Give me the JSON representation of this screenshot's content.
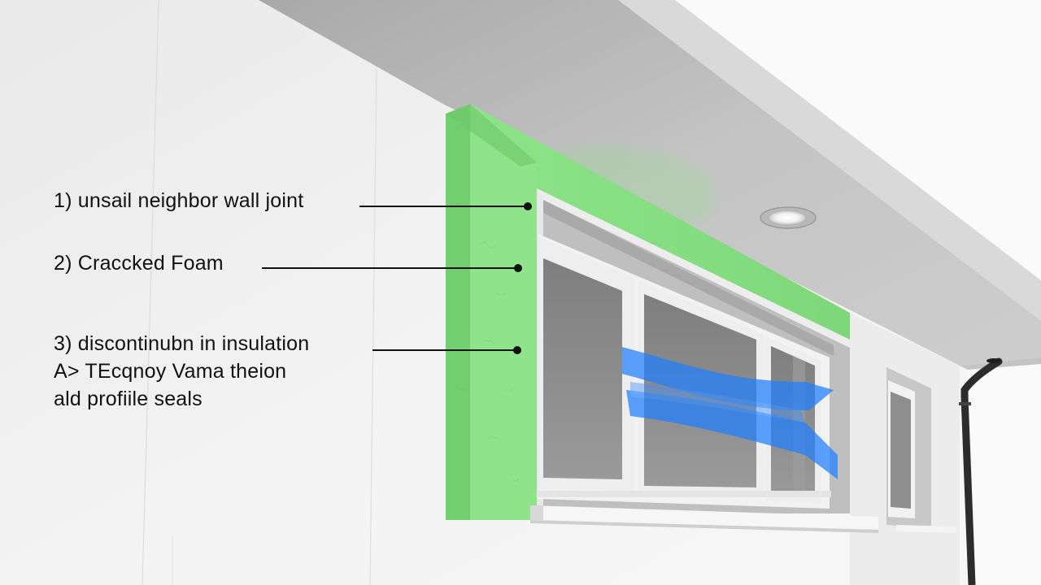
{
  "diagram": {
    "subject": "Window opening with green foam insulation surround on exterior wall, showing air leakage",
    "colors": {
      "foam_green": "#8fe38a",
      "foam_green_shadow": "#72cf6e",
      "wall": "#efefef",
      "soffit": "#bdbdbd",
      "glass": "#8d8d8d",
      "airflow_blue": "#1f7fff",
      "downpipe": "#2c2c2c",
      "leader_line": "#111111"
    },
    "callouts": [
      {
        "number": "1)",
        "text": "unsail neighbor wall joint"
      },
      {
        "number": "2)",
        "text": "Craccked Foam"
      },
      {
        "number": "3)",
        "text": "discontinubn in insulation"
      }
    ],
    "note_lines": [
      "A> TEcqnoy Vama theion",
      "ald profiile seals"
    ],
    "icons": {
      "soffit_light": "recessed-downlight",
      "airflow": "blue-draft-arrows",
      "downpipe": "rain-downpipe"
    }
  }
}
